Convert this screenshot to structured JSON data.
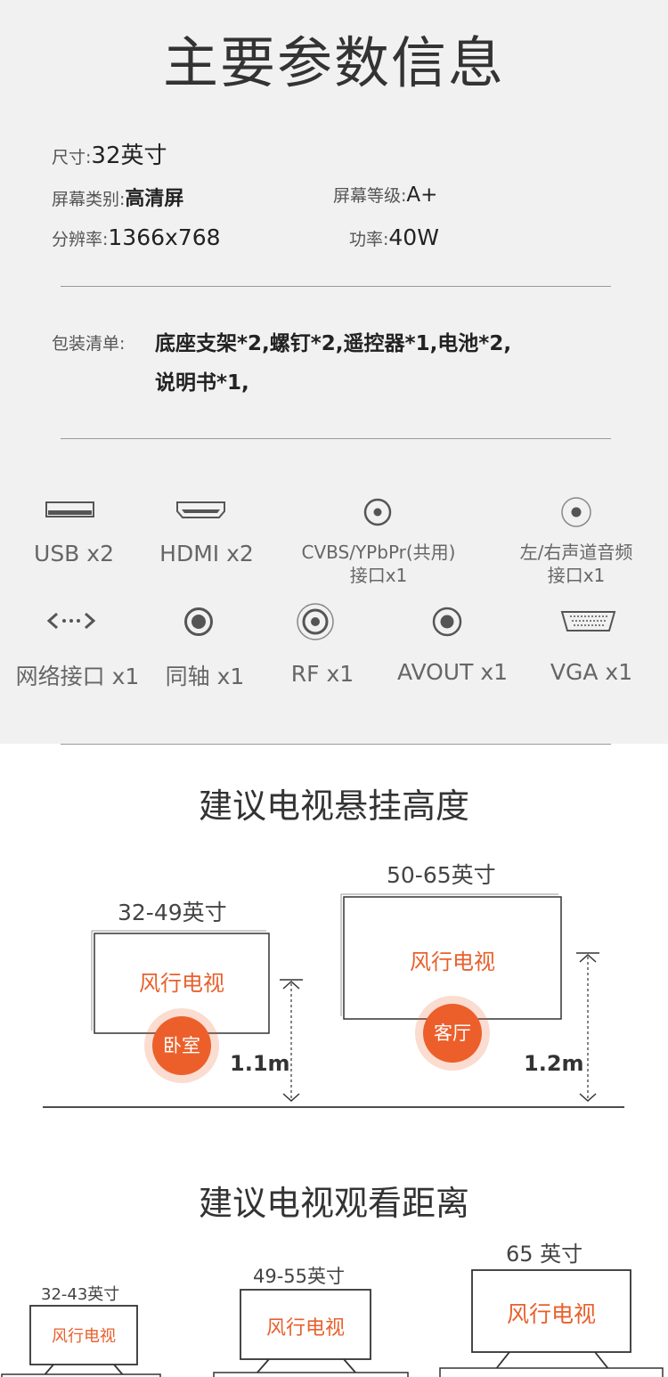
{
  "spec": {
    "title": "主要参数信息",
    "size_label": "尺寸:",
    "size_value": "32英寸",
    "screen_type_label": "屏幕类别:",
    "screen_type_value": "高清屏",
    "screen_grade_label": "屏幕等级:",
    "screen_grade_value": "A+",
    "resolution_label": "分辨率:",
    "resolution_value": "1366x768",
    "power_label": "功率:",
    "power_value": "40W",
    "package_label": "包装清单:",
    "package_line1": "底座支架*2,螺钉*2,遥控器*1,电池*2,",
    "package_line2": "说明书*1,"
  },
  "ports": {
    "usb": "USB x2",
    "hdmi": "HDMI x2",
    "cvbs_line1": "CVBS/YPbPr(共用)",
    "cvbs_line2": "接口x1",
    "audio_line1": "左/右声道音频",
    "audio_line2": "接口x1",
    "lan": "网络接口 x1",
    "coax": "同轴 x1",
    "rf": "RF x1",
    "avout": "AVOUT x1",
    "vga": "VGA x1"
  },
  "mount": {
    "title": "建议电视悬挂高度",
    "small_size": "32-49英寸",
    "large_size": "50-65英寸",
    "brand": "风行电视",
    "small_room": "卧室",
    "large_room": "客厅",
    "small_height": "1.1m",
    "large_height": "1.2m"
  },
  "distance": {
    "title": "建议电视观看距离",
    "size1": "32-43英寸",
    "size2": "49-55英寸",
    "size3": "65 英寸",
    "brand": "风行电视"
  },
  "colors": {
    "accent": "#e8602c",
    "panel_bg": "#f1f1f1"
  }
}
